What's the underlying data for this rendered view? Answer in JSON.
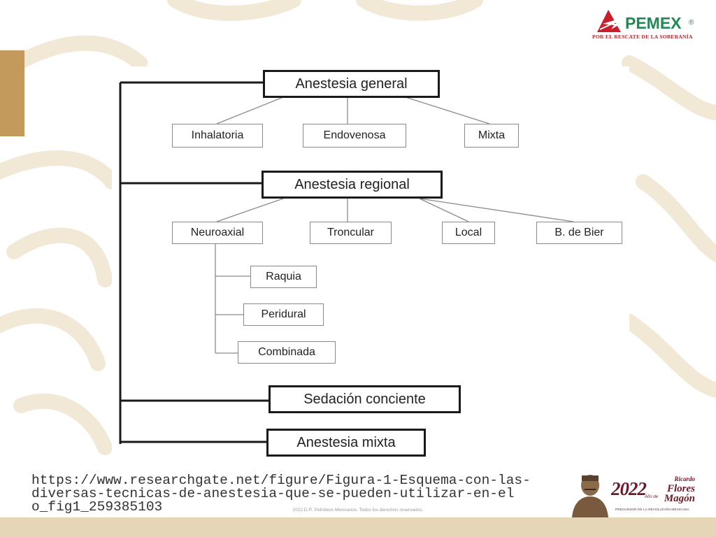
{
  "logo": {
    "name": "PEMEX",
    "registered": "®",
    "tagline": "POR EL RESCATE DE LA SOBERANÍA"
  },
  "diagram": {
    "main_nodes": [
      {
        "id": "general",
        "label": "Anestesia general"
      },
      {
        "id": "regional",
        "label": "Anestesia regional"
      },
      {
        "id": "sedacion",
        "label": "Sedación conciente"
      },
      {
        "id": "mixta",
        "label": "Anestesia mixta"
      }
    ],
    "general_children": [
      "Inhalatoria",
      "Endovenosa",
      "Mixta"
    ],
    "regional_children": [
      "Neuroaxial",
      "Troncular",
      "Local",
      "B. de Bier"
    ],
    "neuroaxial_children": [
      "Raquia",
      "Peridural",
      "Combinada"
    ]
  },
  "caption": {
    "line1": "https://www.researchgate.net/figure/Figura-1-Esquema-con-las-",
    "line2": "diversas-tecnicas-de-anestesia-que-se-pueden-utilizar-en-el",
    "line3": "o_fig1_259385103"
  },
  "footer": {
    "copyright": "2022 D.R. Petróleos Mexicanos. Todos los derechos reservados."
  },
  "badge": {
    "year": "2022",
    "first": "Ricardo",
    "surname1": "Flores",
    "surname2": "Magón",
    "small": "Año de",
    "foot": "PRECURSOR DE LA REVOLUCIÓN MEXICANA"
  },
  "colors": {
    "accent_gold": "#c49a5c",
    "pemex_green": "#1f8a54",
    "pemex_red": "#b3262d",
    "badge_maroon": "#6a1b26"
  }
}
